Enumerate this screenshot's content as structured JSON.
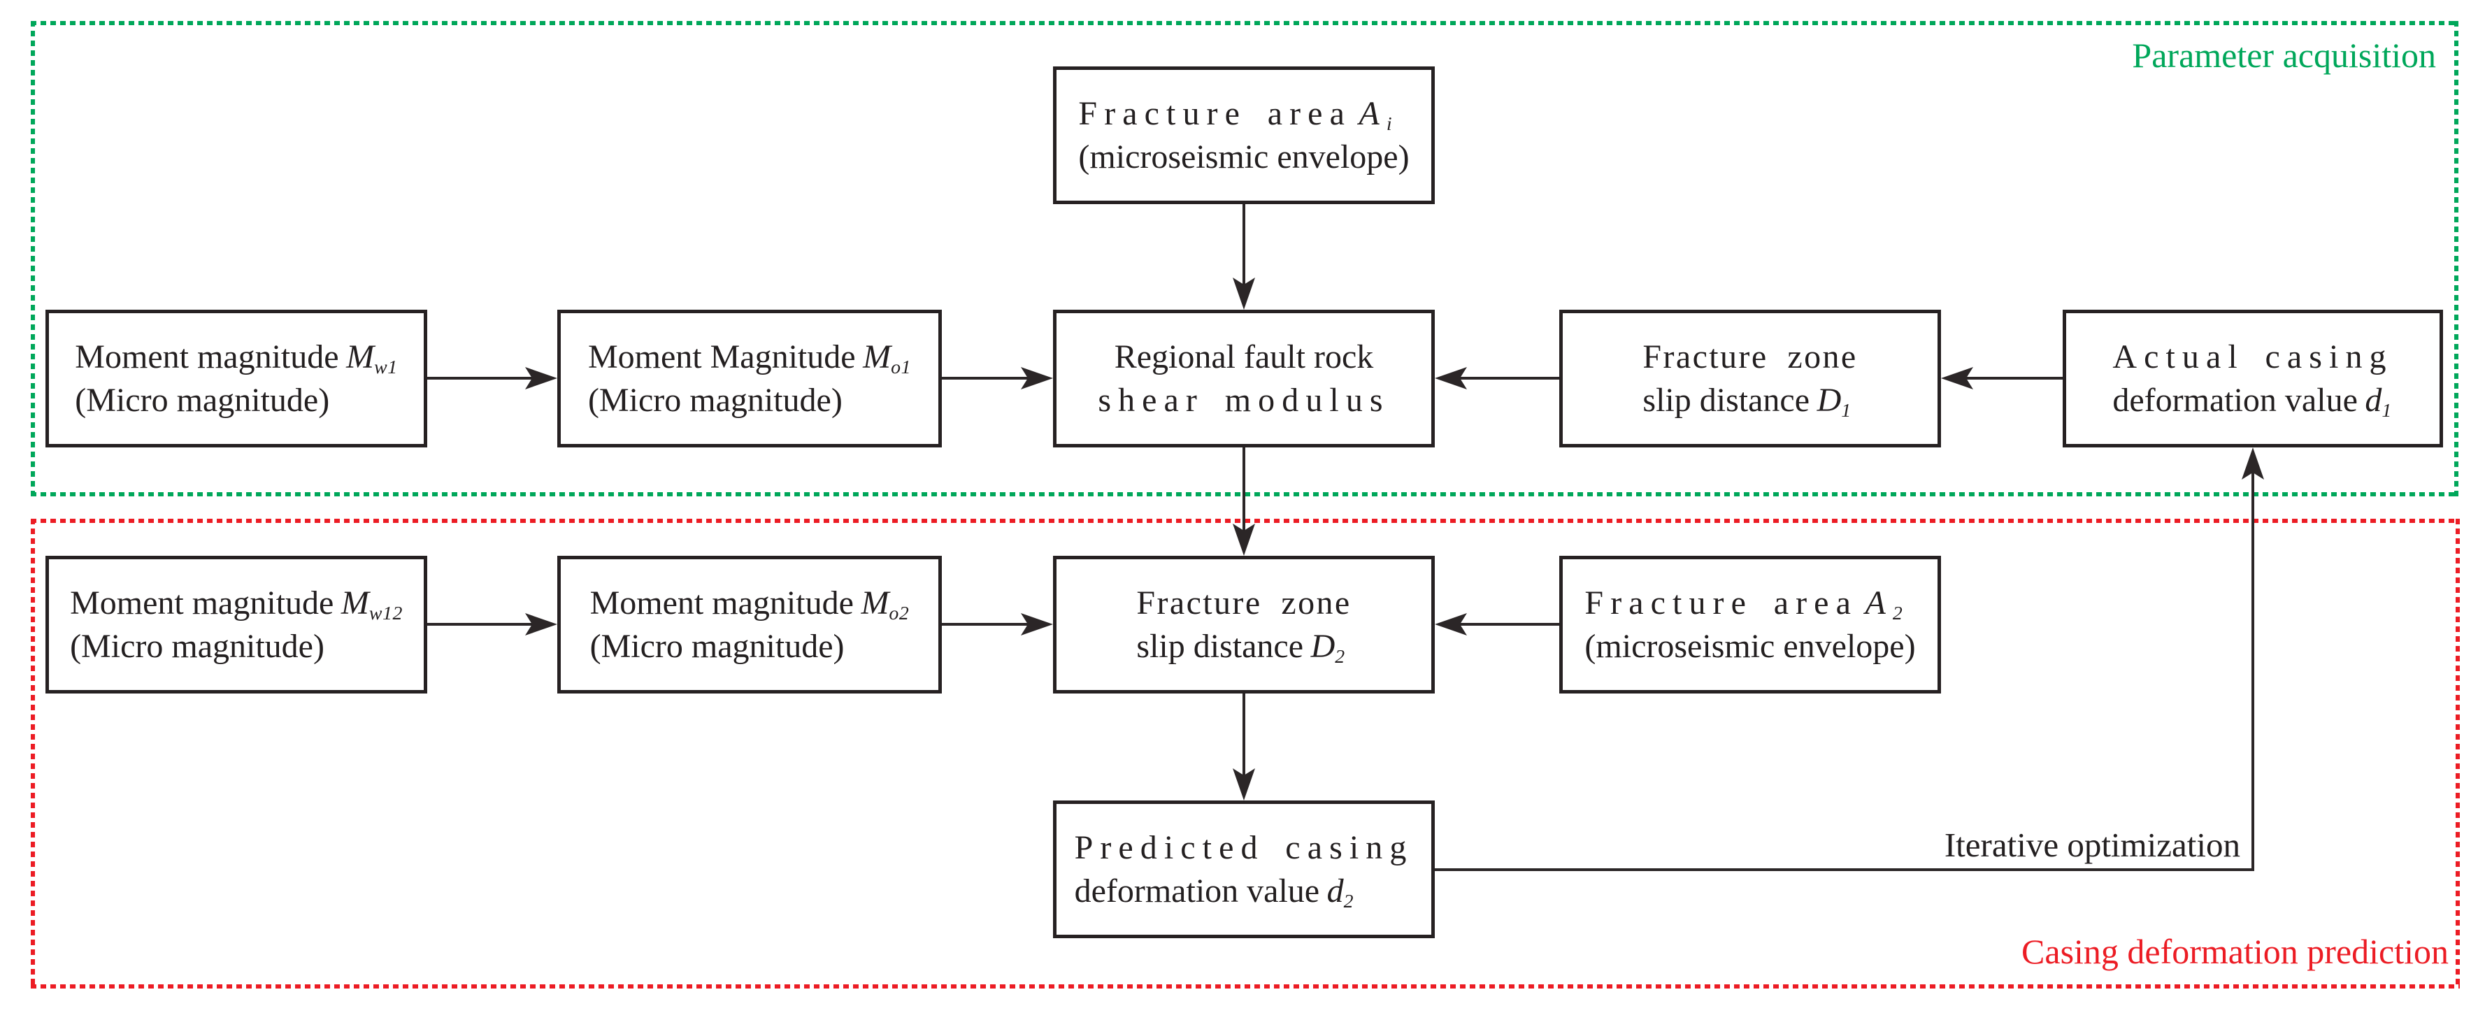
{
  "colors": {
    "green": "#00a75a",
    "red": "#ec1c24",
    "ink": "#2b2627"
  },
  "sections": {
    "parameter_acquisition": {
      "label": "Parameter acquisition"
    },
    "casing_deformation_prediction": {
      "label": "Casing deformation prediction"
    }
  },
  "annotations": {
    "iterative_optimization": "Iterative optimization"
  },
  "boxes": {
    "fracture_area_a1": {
      "l1_pre": "Fracture area",
      "l1_var": "A",
      "l1_sub": "i",
      "l2": "(microseismic envelope)"
    },
    "moment_magnitude_mw1": {
      "l1_pre": "Moment magnitude",
      "l1_var": "M",
      "l1_sub": "w1",
      "l2": "(Micro magnitude)"
    },
    "moment_magnitude_mo1": {
      "l1_pre": "Moment Magnitude",
      "l1_var": "M",
      "l1_sub": "o1",
      "l2": "(Micro magnitude)"
    },
    "regional_shear_modulus": {
      "l1": "Regional fault rock",
      "l2": "shear modulus"
    },
    "fracture_zone_d1": {
      "l1": "Fracture zone",
      "l2_pre": "slip distance",
      "l2_var": "D",
      "l2_sub": "1"
    },
    "actual_casing_d1": {
      "l1": "Actual casing",
      "l2_pre": "deformation value",
      "l2_var": "d",
      "l2_sub": "1"
    },
    "moment_magnitude_mw12": {
      "l1_pre": "Moment magnitude",
      "l1_var": "M",
      "l1_sub": "w12",
      "l2": "(Micro magnitude)"
    },
    "moment_magnitude_mo2": {
      "l1_pre": "Moment magnitude",
      "l1_var": "M",
      "l1_sub": "o2",
      "l2": "(Micro magnitude)"
    },
    "fracture_zone_d2": {
      "l1": "Fracture zone",
      "l2_pre": "slip distance",
      "l2_var": "D",
      "l2_sub": "2"
    },
    "fracture_area_a2": {
      "l1_pre": "Fracture area",
      "l1_var": "A",
      "l1_sub": "2",
      "l2": "(microseismic envelope)"
    },
    "predicted_casing_d2": {
      "l1": "Predicted casing",
      "l2_pre": "deformation value",
      "l2_var": "d",
      "l2_sub": "2"
    }
  }
}
